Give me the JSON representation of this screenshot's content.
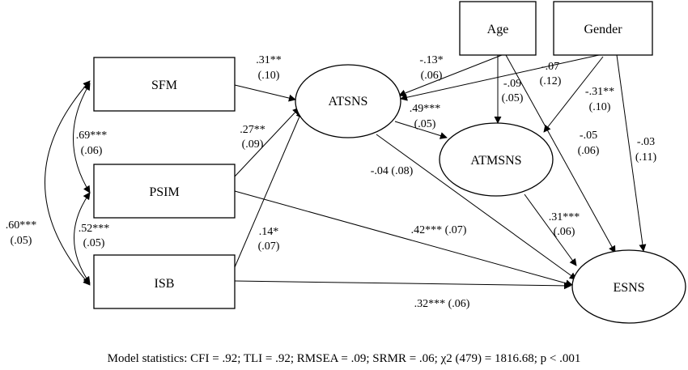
{
  "nodes": {
    "age": {
      "label": "Age"
    },
    "gender": {
      "label": "Gender"
    },
    "sfm": {
      "label": "SFM"
    },
    "psim": {
      "label": "PSIM"
    },
    "isb": {
      "label": "ISB"
    },
    "atsns": {
      "label": "ATSNS"
    },
    "atmsns": {
      "label": "ATMSNS"
    },
    "esns": {
      "label": "ESNS"
    }
  },
  "paths": {
    "sfm_atsns": {
      "coef": ".31**",
      "se": "(.10)"
    },
    "psim_atsns": {
      "coef": ".27**",
      "se": "(.09)"
    },
    "isb_atsns": {
      "coef": ".14*",
      "se": "(.07)"
    },
    "age_atsns": {
      "coef": "-.13*",
      "se": "(.06)"
    },
    "gender_atsns": {
      "coef": "-.07",
      "se": "(.12)"
    },
    "age_atmsns": {
      "coef": "-.09",
      "se": "(.05)"
    },
    "gender_atmsns": {
      "coef": "-.31**",
      "se": "(.10)"
    },
    "atsns_atmsns": {
      "coef": ".49***",
      "se": "(.05)"
    },
    "age_esns": {
      "coef": "-.05",
      "se": "(.06)"
    },
    "gender_esns": {
      "coef": "-.03",
      "se": "(.11)"
    },
    "atsns_esns": {
      "text": "-.04 (.08)"
    },
    "psim_esns": {
      "text": ".42*** (.07)"
    },
    "isb_esns": {
      "text": ".32*** (.06)"
    },
    "atmsns_esns": {
      "coef": ".31***",
      "se": "(.06)"
    }
  },
  "covariances": {
    "sfm_psim": {
      "coef": ".69***",
      "se": "(.06)"
    },
    "psim_isb": {
      "coef": ".52***",
      "se": "(.05)"
    },
    "sfm_isb": {
      "coef": ".60***",
      "se": "(.05)"
    }
  },
  "model_stats": "Model statistics: CFI = .92; TLI = .92; RMSEA = .09; SRMR = .06; χ2 (479) = 1816.68; p < .001"
}
